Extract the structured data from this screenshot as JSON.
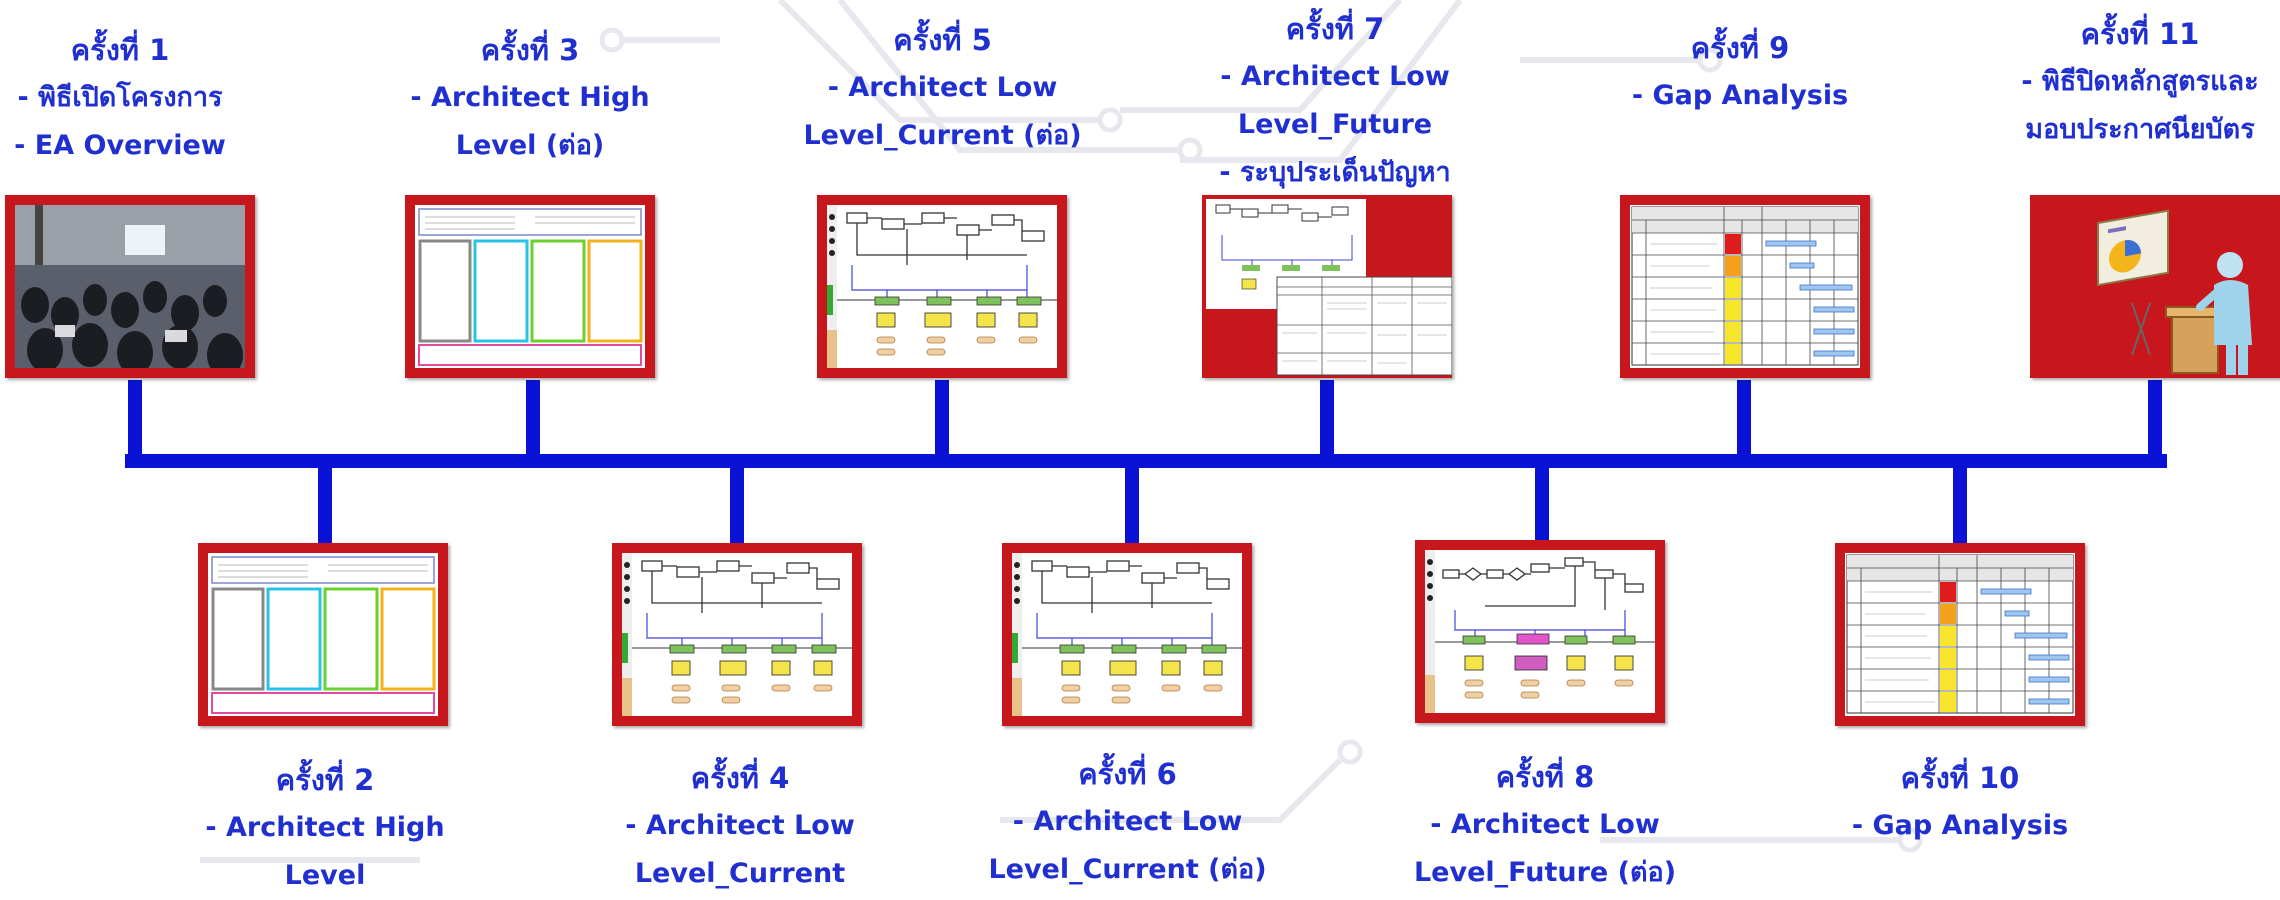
{
  "sessions": [
    {
      "title": "ครั้งที่ 1",
      "lines": [
        "- พิธีเปิดโครงการ",
        "- EA Overview"
      ],
      "image": "photo-meeting"
    },
    {
      "title": "ครั้งที่ 2",
      "lines": [
        "- Architect High",
        "Level"
      ],
      "image": "architecture-high-level"
    },
    {
      "title": "ครั้งที่ 3",
      "lines": [
        "- Architect High",
        "Level (ต่อ)"
      ],
      "image": "architecture-high-level"
    },
    {
      "title": "ครั้งที่ 4",
      "lines": [
        "- Architect Low",
        "Level_Current"
      ],
      "image": "process-flow"
    },
    {
      "title": "ครั้งที่ 5",
      "lines": [
        "- Architect Low",
        "Level_Current (ต่อ)"
      ],
      "image": "process-flow"
    },
    {
      "title": "ครั้งที่ 6",
      "lines": [
        "- Architect Low",
        "Level_Current (ต่อ)"
      ],
      "image": "process-flow"
    },
    {
      "title": "ครั้งที่ 7",
      "lines": [
        "- Architect Low",
        "Level_Future",
        "- ระบุประเด็นปัญหา"
      ],
      "image": "process-flow-with-table"
    },
    {
      "title": "ครั้งที่ 8",
      "lines": [
        "- Architect Low",
        "Level_Future (ต่อ)"
      ],
      "image": "process-flow-future"
    },
    {
      "title": "ครั้งที่ 9",
      "lines": [
        "- Gap Analysis"
      ],
      "image": "gap-table"
    },
    {
      "title": "ครั้งที่ 10",
      "lines": [
        "- Gap Analysis"
      ],
      "image": "gap-table"
    },
    {
      "title": "ครั้งที่ 11",
      "lines": [
        "- พิธีปิดหลักสูตรและ",
        "มอบประกาศนียบัตร"
      ],
      "image": "presenter-icon"
    }
  ],
  "colors": {
    "timeline": "#0a12d6",
    "frame": "#c8161d",
    "text": "#1f2fd0"
  }
}
